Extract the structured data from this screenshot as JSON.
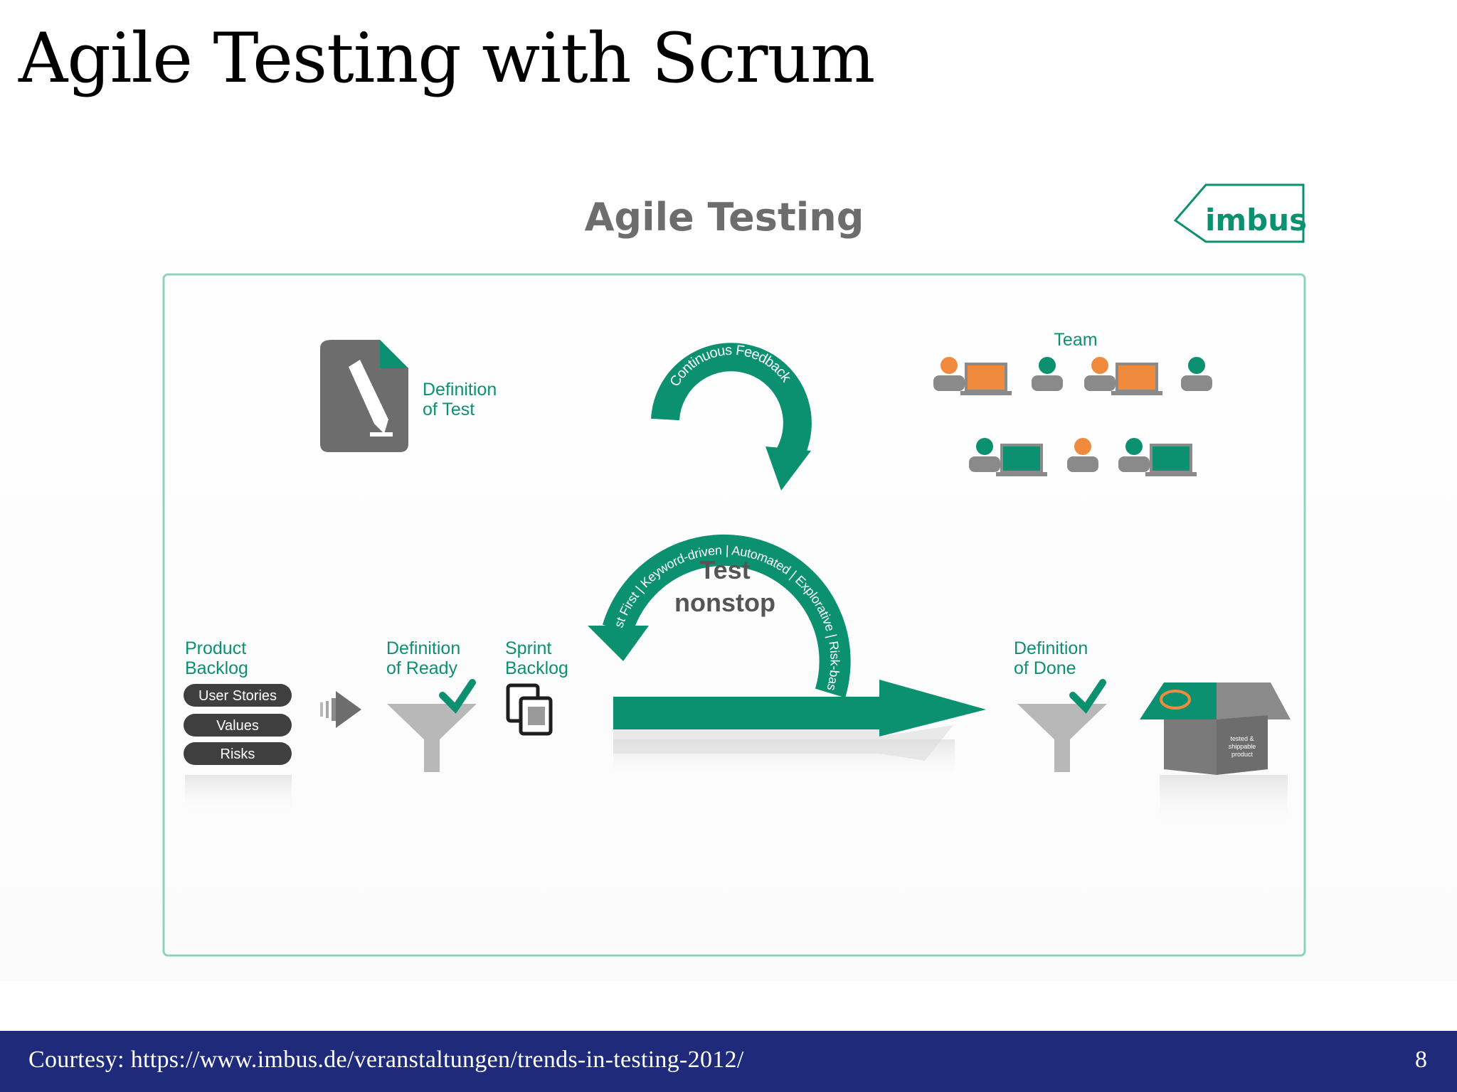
{
  "slide": {
    "title": "Agile Testing with Scrum",
    "footer_courtesy": "Courtesy:  https://www.imbus.de/veranstaltungen/trends-in-testing-2012/",
    "page_number": "8"
  },
  "diagram": {
    "heading": "Agile Testing",
    "logo_text": "imbus",
    "definition_of_test": [
      "Definition",
      "of Test"
    ],
    "team_label": "Team",
    "product_backlog": [
      "Product",
      "Backlog"
    ],
    "backlog_items": [
      "User Stories",
      "Values",
      "Risks"
    ],
    "definition_of_ready": [
      "Definition",
      "of Ready"
    ],
    "sprint_backlog": [
      "Sprint",
      "Backlog"
    ],
    "center_text": [
      "Test",
      "nonstop"
    ],
    "feedback_arc_text": "Continuous Feedback",
    "methods_arc_text": "Test First | Keyword-driven | Automated | Explorative | Risk-based",
    "definition_of_done": [
      "Definition",
      "of Done"
    ],
    "box_label": [
      "tested &",
      "shippable",
      "product"
    ]
  },
  "colors": {
    "green": "#0c9170",
    "gray": "#6d6d6d",
    "dark": "#3f3f3f",
    "orange": "#f08a3c",
    "footer": "#1f2a7a"
  }
}
